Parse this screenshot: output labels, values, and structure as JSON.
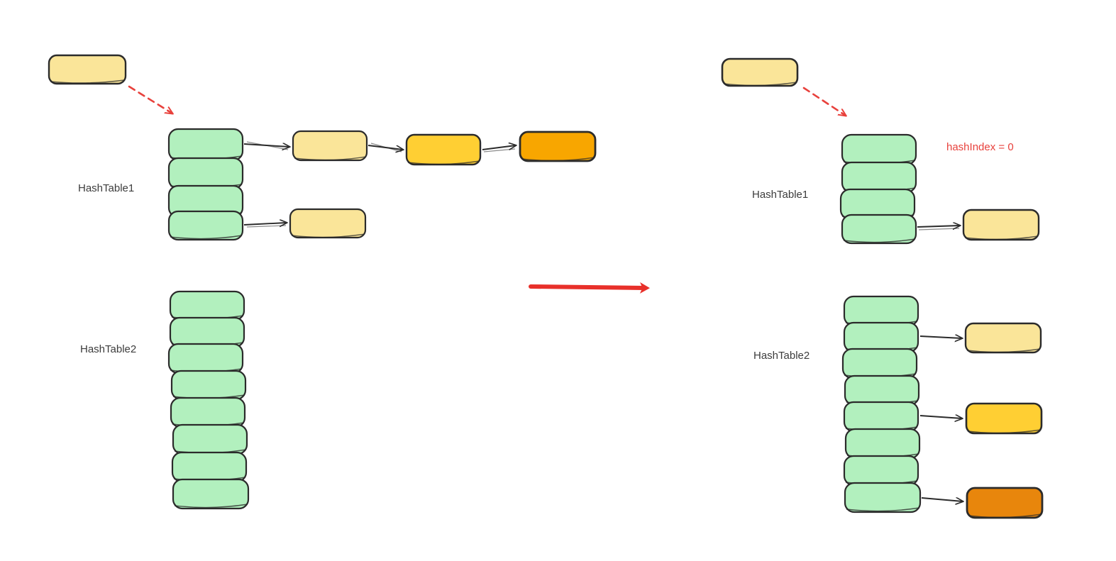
{
  "diagram": {
    "title_visible": false,
    "background": "#ffffff",
    "colors": {
      "green_cell": "#b2f0be",
      "node_light_yellow": "#fae599",
      "node_gold": "#ffcf33",
      "node_orange_left": "#f8a600",
      "node_orange_right": "#e8860c",
      "stroke": "#2b2b2b",
      "red": "#e8413c",
      "red_arrow": "#e8302a",
      "text": "#3c3c3c"
    },
    "left_panel": {
      "name": "before-state",
      "floating_node": {
        "name": "incoming-entry-node",
        "fill": "#fae599"
      },
      "dashed_arrow": {
        "name": "insert-dashed-arrow",
        "color": "#e8413c",
        "style": "dashed"
      },
      "hashtable1": {
        "label": "HashTable1",
        "cell_count": 4,
        "buckets": [
          {
            "index": 0,
            "chain": [
              "#fae599",
              "#ffcf33",
              "#f8a600"
            ]
          },
          {
            "index": 1,
            "chain": []
          },
          {
            "index": 2,
            "chain": []
          },
          {
            "index": 3,
            "chain": [
              "#fae599"
            ]
          }
        ]
      },
      "hashtable2": {
        "label": "HashTable2",
        "cell_count": 8,
        "buckets": [
          {
            "index": 0,
            "chain": []
          },
          {
            "index": 1,
            "chain": []
          },
          {
            "index": 2,
            "chain": []
          },
          {
            "index": 3,
            "chain": []
          },
          {
            "index": 4,
            "chain": []
          },
          {
            "index": 5,
            "chain": []
          },
          {
            "index": 6,
            "chain": []
          },
          {
            "index": 7,
            "chain": []
          }
        ]
      }
    },
    "transition_arrow": {
      "name": "rehash-transition-arrow",
      "color": "#e8302a"
    },
    "right_panel": {
      "name": "after-state",
      "floating_node": {
        "name": "incoming-entry-node",
        "fill": "#fae599"
      },
      "dashed_arrow": {
        "name": "insert-dashed-arrow",
        "color": "#e8413c",
        "style": "dashed"
      },
      "annotation": "hashIndex = 0",
      "hashtable1": {
        "label": "HashTable1",
        "cell_count": 4,
        "buckets": [
          {
            "index": 0,
            "chain": []
          },
          {
            "index": 1,
            "chain": []
          },
          {
            "index": 2,
            "chain": []
          },
          {
            "index": 3,
            "chain": [
              "#fae599"
            ]
          }
        ]
      },
      "hashtable2": {
        "label": "HashTable2",
        "cell_count": 8,
        "buckets": [
          {
            "index": 0,
            "chain": []
          },
          {
            "index": 1,
            "chain": [
              "#fae599"
            ]
          },
          {
            "index": 2,
            "chain": []
          },
          {
            "index": 3,
            "chain": []
          },
          {
            "index": 4,
            "chain": [
              "#ffcf33"
            ]
          },
          {
            "index": 5,
            "chain": []
          },
          {
            "index": 6,
            "chain": []
          },
          {
            "index": 7,
            "chain": [
              "#e8860c"
            ]
          }
        ]
      }
    }
  }
}
